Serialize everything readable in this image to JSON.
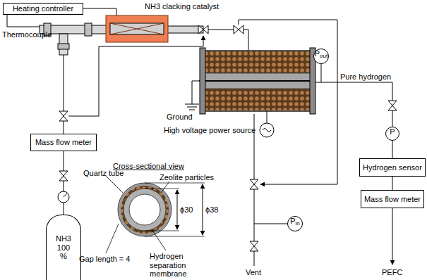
{
  "diagram": {
    "nodes": [
      {
        "text": [
          "Heating controller"
        ]
      },
      {
        "text": [
          "P",
          "out"
        ]
      },
      {
        "text": [
          "Mass flow meter"
        ]
      },
      {
        "text": [
          "P"
        ]
      },
      {
        "text": [
          "Hydrogen sensor"
        ]
      },
      {
        "text": [
          "Mass flow meter"
        ]
      },
      {
        "text": [
          "P",
          "in"
        ]
      },
      {
        "text": [
          "NH3",
          "100 %"
        ]
      }
    ],
    "edges": [
      {
        "from": 3,
        "to": 4,
        "arrow": "none"
      },
      {
        "from": 4,
        "to": 5,
        "arrow": "none"
      }
    ],
    "labels": [
      "NH3 clacking catalyst",
      "Thermocouple",
      "Pure hydrogen",
      "Ground",
      "High voltage power source",
      "Cross-sectional view",
      "Quartz tube",
      "Zeolite particles",
      "ϕ30",
      "ϕ38",
      "Gap length = 4",
      "Hydrogen separation membrane",
      "Vent",
      "PEFC"
    ]
  }
}
